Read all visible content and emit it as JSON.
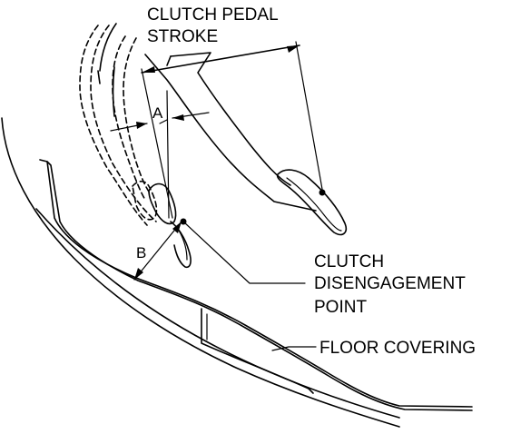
{
  "labels": {
    "clutch_pedal_stroke_line1": "CLUTCH PEDAL",
    "clutch_pedal_stroke_line2": "STROKE",
    "dimension_a": "A",
    "dimension_b": "B",
    "clutch_disengagement_point_line1": "CLUTCH",
    "clutch_disengagement_point_line2": "DISENGAGEMENT",
    "clutch_disengagement_point_line3": "POINT",
    "floor_covering": "FLOOR COVERING"
  }
}
